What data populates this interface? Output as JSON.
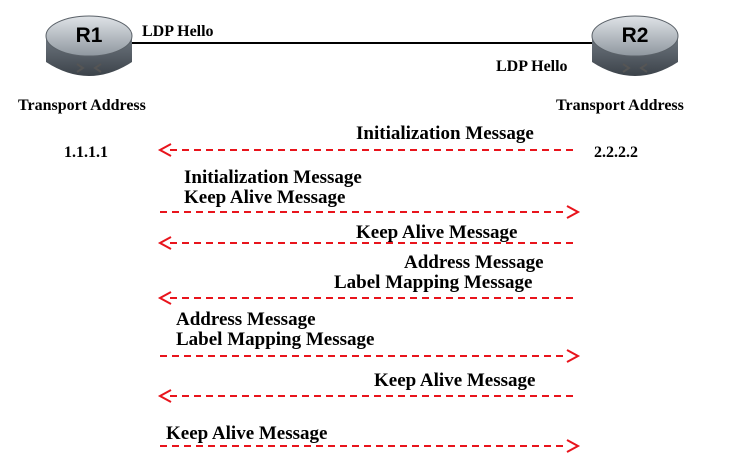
{
  "routers": {
    "r1": {
      "name": "R1",
      "label": "Transport Address",
      "address": "1.1.1.1"
    },
    "r2": {
      "name": "R2",
      "label": "Transport Address",
      "address": "2.2.2.2"
    }
  },
  "link": {
    "hello_r1": "LDP Hello",
    "hello_r2": "LDP Hello"
  },
  "messages": [
    {
      "direction": "R2->R1",
      "lines": [
        "Initialization Message"
      ]
    },
    {
      "direction": "R1->R2",
      "lines": [
        "Initialization Message",
        "Keep Alive Message"
      ]
    },
    {
      "direction": "R2->R1",
      "lines": [
        "Keep Alive Message"
      ]
    },
    {
      "direction": "R2->R1",
      "lines": [
        "Address Message",
        "Label Mapping Message"
      ]
    },
    {
      "direction": "R1->R2",
      "lines": [
        "Address Message",
        "Label Mapping Message"
      ]
    },
    {
      "direction": "R2->R1",
      "lines": [
        "Keep Alive Message"
      ]
    },
    {
      "direction": "R1->R2",
      "lines": [
        "Keep Alive Message"
      ]
    }
  ],
  "colors": {
    "arrow": "#e8141c",
    "link": "#000000"
  }
}
